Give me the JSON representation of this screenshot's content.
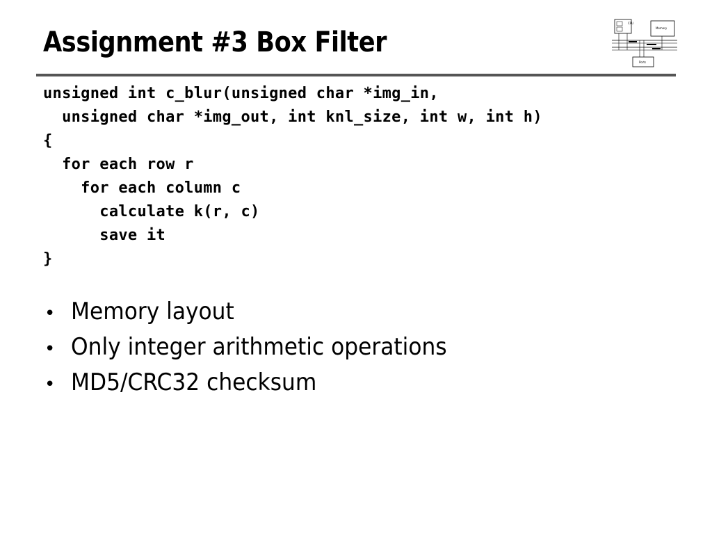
{
  "slide": {
    "title": "Assignment #3 Box Filter",
    "code_lines": [
      "unsigned int c_blur(unsigned char *img_in,",
      "  unsigned char *img_out, int knl_size, int w, int h)",
      "{",
      "  for each row r",
      "    for each column c",
      "      calculate k(r, c)",
      "      save it",
      "}"
    ],
    "bullets": [
      "Memory layout",
      "Only integer arithmetic operations",
      "MD5/CRC32 checksum"
    ],
    "logo": {
      "icon": "system-diagram-icon",
      "labels": [
        "CPU",
        "Memory",
        "Ports"
      ]
    },
    "colors": {
      "rule": "#555555",
      "text": "#000000",
      "background": "#ffffff"
    }
  }
}
